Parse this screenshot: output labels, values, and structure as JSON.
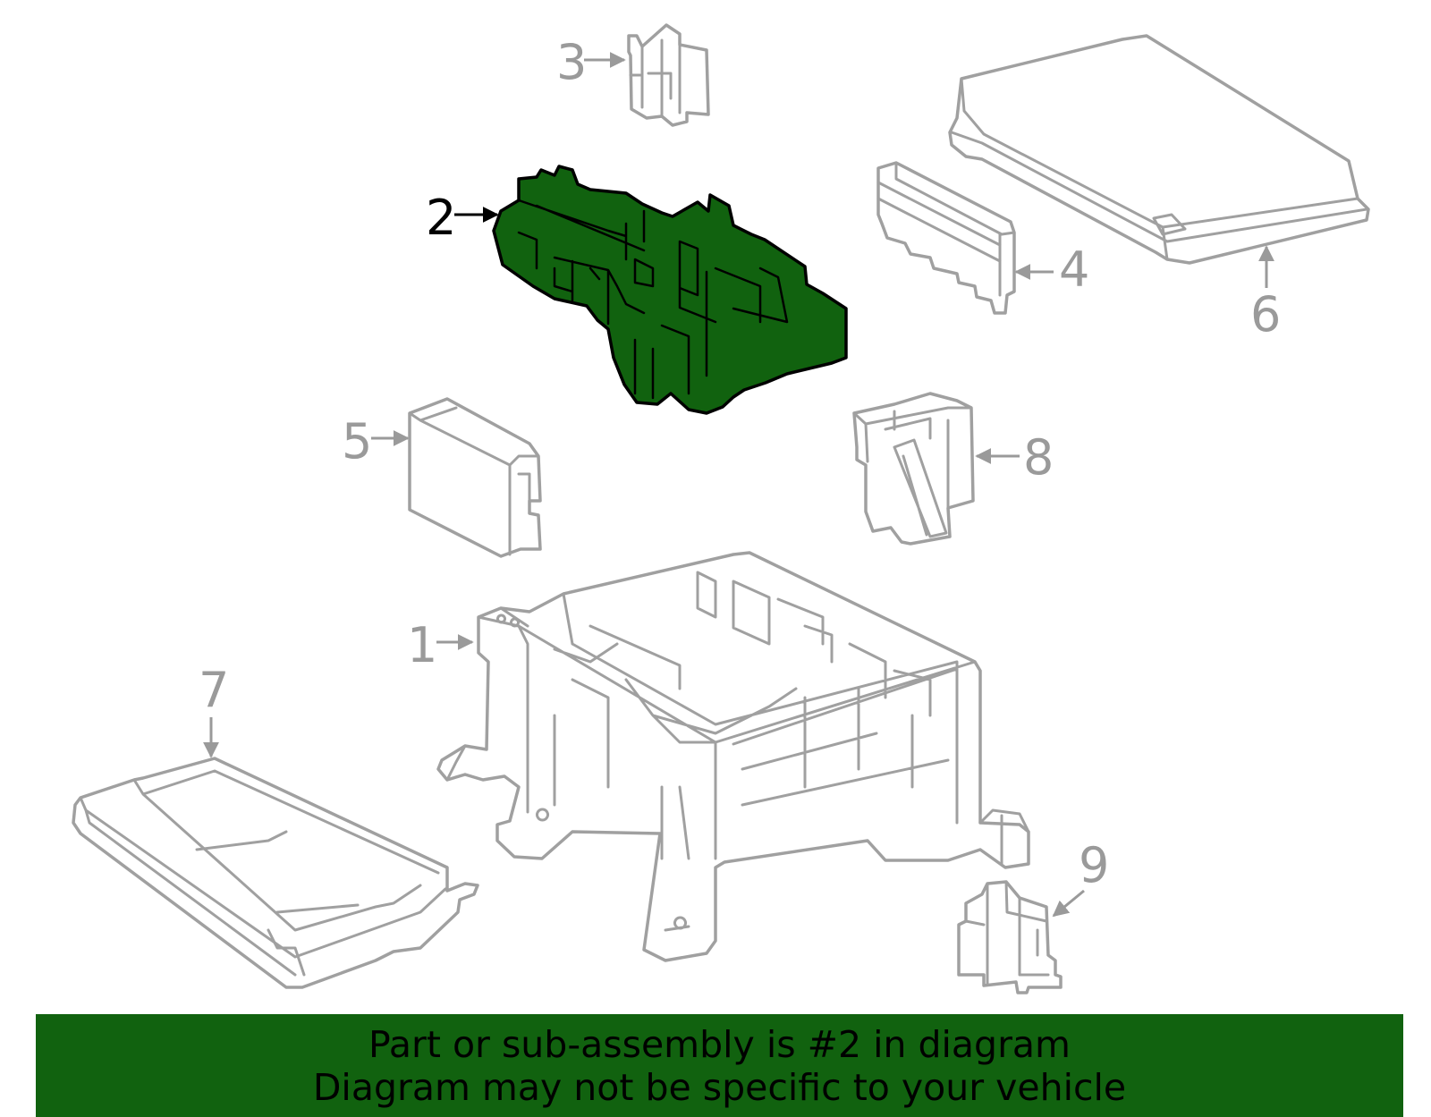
{
  "diagram": {
    "callouts": [
      "1",
      "2",
      "3",
      "4",
      "5",
      "6",
      "7",
      "8",
      "9"
    ],
    "highlighted_part": "2",
    "highlight_color": "#11620f",
    "outline_color": "#a0a0a0"
  },
  "banner": {
    "line1": "Part or sub-assembly is #2 in diagram",
    "line2": "Diagram may not be specific to your vehicle",
    "background": "#11620f"
  }
}
